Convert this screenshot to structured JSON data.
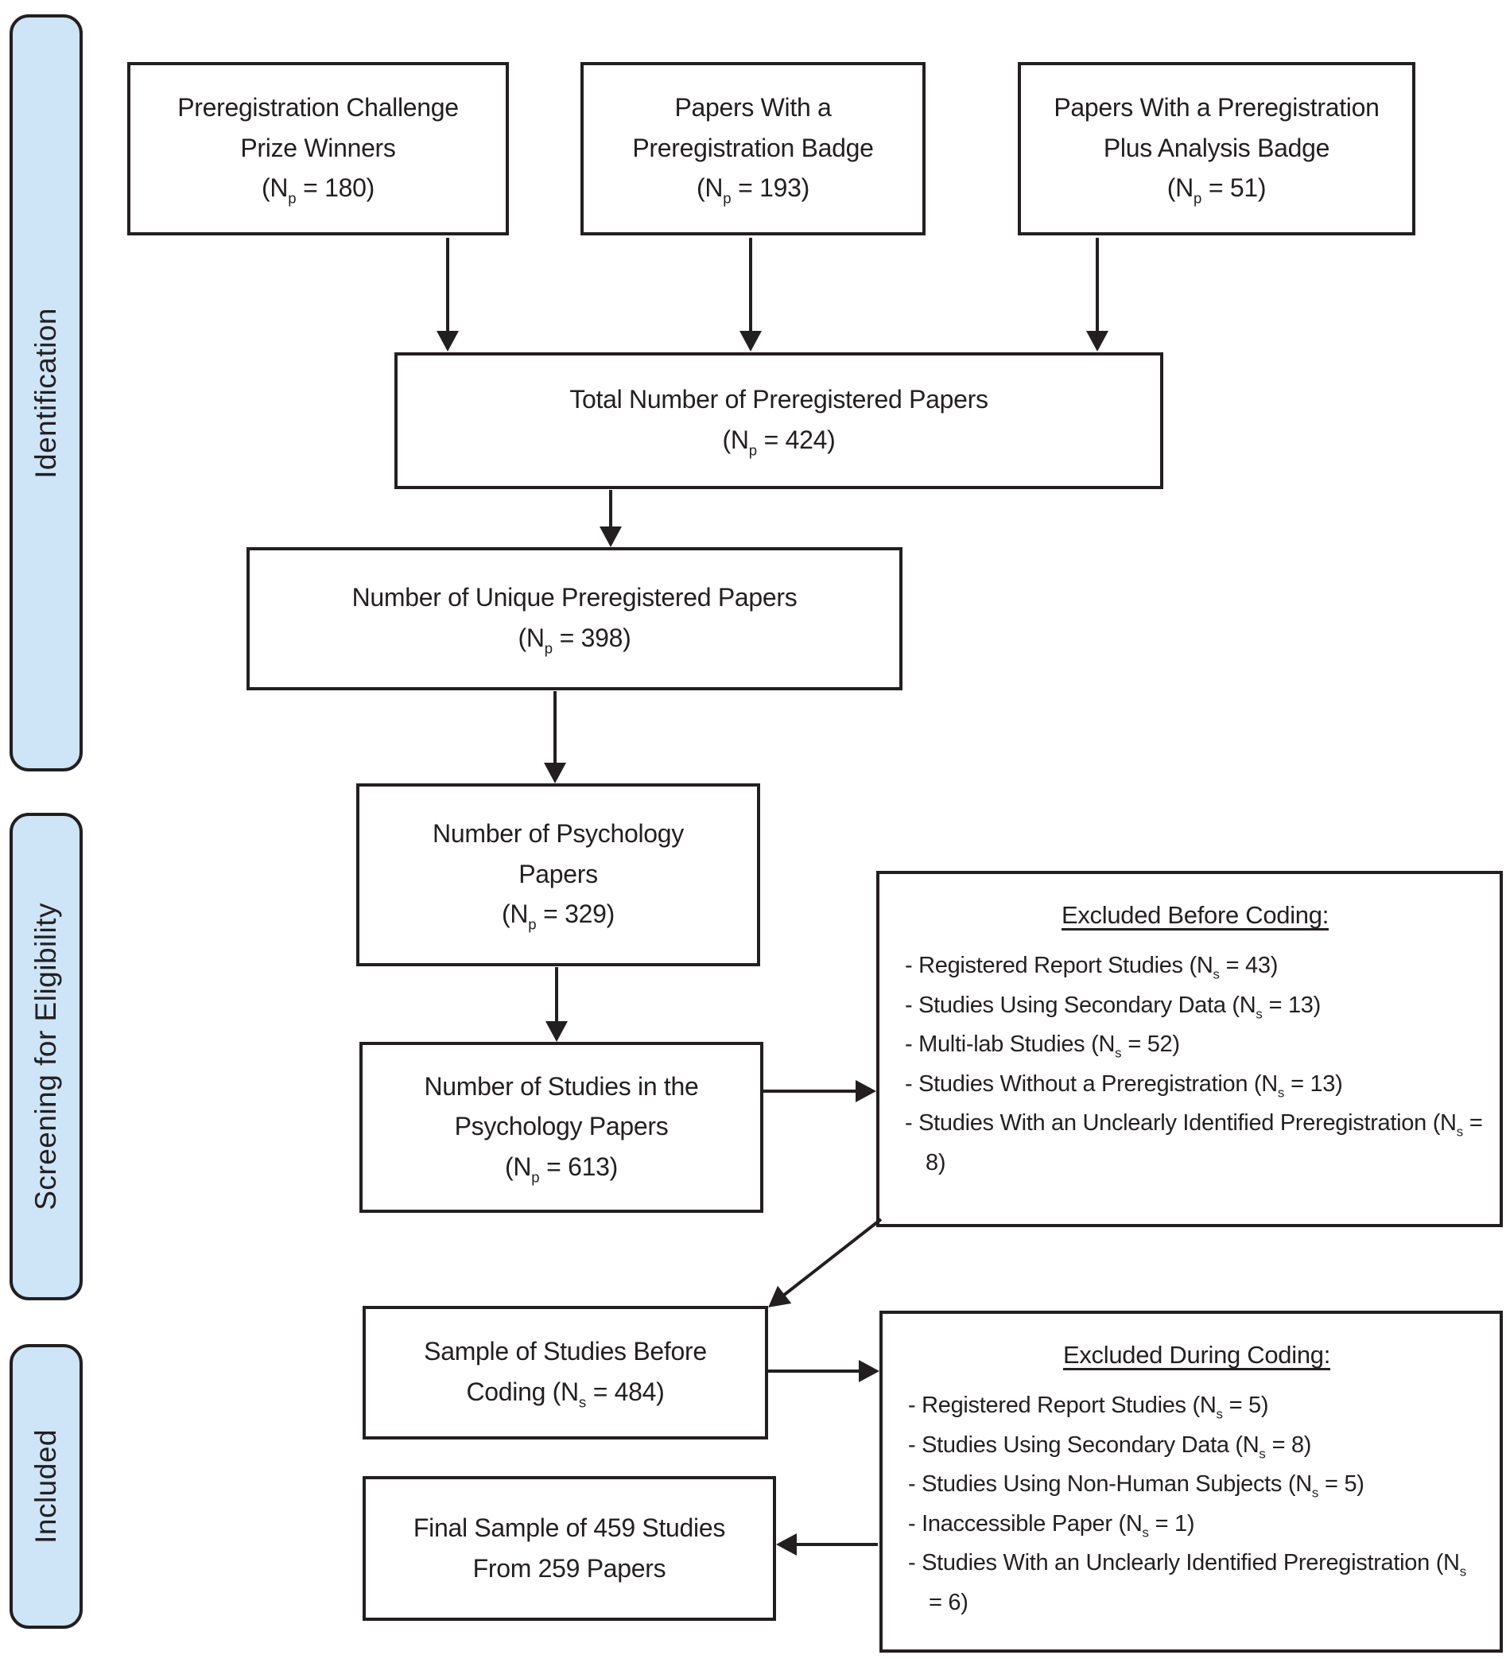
{
  "sidebar": {
    "identification": "Identification",
    "screening": "Screening for  Eligibility",
    "included": "Included"
  },
  "boxes": {
    "prize": {
      "l1": "Preregistration Challenge",
      "l2": "Prize Winners",
      "n_pre": "(N",
      "n_sub": "p",
      "n_post": " = 180)"
    },
    "badge": {
      "l1": "Papers With a",
      "l2": "Preregistration Badge",
      "n_pre": "(N",
      "n_sub": "p",
      "n_post": " = 193)"
    },
    "plus": {
      "l1": "Papers With a Preregistration",
      "l2": "Plus Analysis Badge",
      "n_pre": "(N",
      "n_sub": "p",
      "n_post": " = 51)"
    },
    "total": {
      "l1": "Total Number of Preregistered Papers",
      "n_pre": "(N",
      "n_sub": "p",
      "n_post": " = 424)"
    },
    "unique": {
      "l1": "Number of Unique Preregistered Papers",
      "n_pre": "(N",
      "n_sub": "p",
      "n_post": " = 398)"
    },
    "psych": {
      "l1": "Number of Psychology",
      "l2": "Papers",
      "n_pre": "(N",
      "n_sub": "p",
      "n_post": " = 329)"
    },
    "studies": {
      "l1": "Number of Studies in the",
      "l2": "Psychology Papers",
      "n_pre": "(N",
      "n_sub": "p",
      "n_post": " = 613)"
    },
    "sample": {
      "l1": "Sample of Studies Before",
      "l2_pre": "Coding (N",
      "l2_sub": "s",
      "l2_post": " = 484)"
    },
    "final": {
      "l1": "Final Sample of 459 Studies",
      "l2": "From 259 Papers"
    }
  },
  "excluded_before": {
    "title": "Excluded Before Coding:",
    "items": [
      {
        "pre": "- Registered Report Studies (N",
        "sub": "s",
        "post": " = 43)"
      },
      {
        "pre": "- Studies Using Secondary Data (N",
        "sub": "s",
        "post": " = 13)"
      },
      {
        "pre": "- Multi-lab Studies (N",
        "sub": "s",
        "post": " = 52)"
      },
      {
        "pre": "- Studies Without a Preregistration (N",
        "sub": "s",
        "post": " = 13)"
      },
      {
        "pre": "- Studies With an Unclearly Identified Preregistration (N",
        "sub": "s",
        "post": " = 8)"
      }
    ]
  },
  "excluded_during": {
    "title": "Excluded During Coding:",
    "items": [
      {
        "pre": "- Registered Report Studies (N",
        "sub": "s",
        "post": " = 5)"
      },
      {
        "pre": "- Studies Using Secondary Data (N",
        "sub": "s",
        "post": " = 8)"
      },
      {
        "pre": "- Studies Using Non-Human Subjects (N",
        "sub": "s",
        "post": " = 5)"
      },
      {
        "pre": "- Inaccessible Paper (N",
        "sub": "s",
        "post": " = 1)"
      },
      {
        "pre": "- Studies With an Unclearly Identified Preregistration (N",
        "sub": "s",
        "post": " = 6)"
      }
    ]
  }
}
